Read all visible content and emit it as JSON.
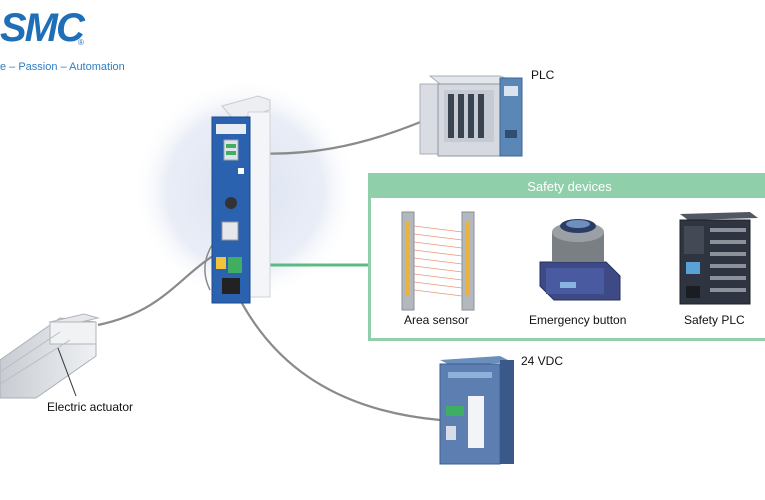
{
  "brand": {
    "logo_text": "SMC",
    "registered_mark": "®",
    "tagline": "e – Passion – Automation"
  },
  "devices": {
    "plc_label": "PLC",
    "power_label": "24 VDC",
    "actuator_label": "Electric actuator"
  },
  "safety_devices": {
    "header": "Safety devices",
    "items": [
      {
        "label": "Area sensor",
        "icon": "light-curtain-icon"
      },
      {
        "label": "Emergency button",
        "icon": "emergency-stop-icon"
      },
      {
        "label": "Safety PLC",
        "icon": "safety-plc-icon"
      }
    ]
  },
  "colors": {
    "brand_blue": "#1f6fb8",
    "safety_green": "#8fd0ab",
    "arrow_green": "#5db982",
    "cable_gray": "#8a8a8a",
    "controller_blue": "#2a62b0"
  }
}
